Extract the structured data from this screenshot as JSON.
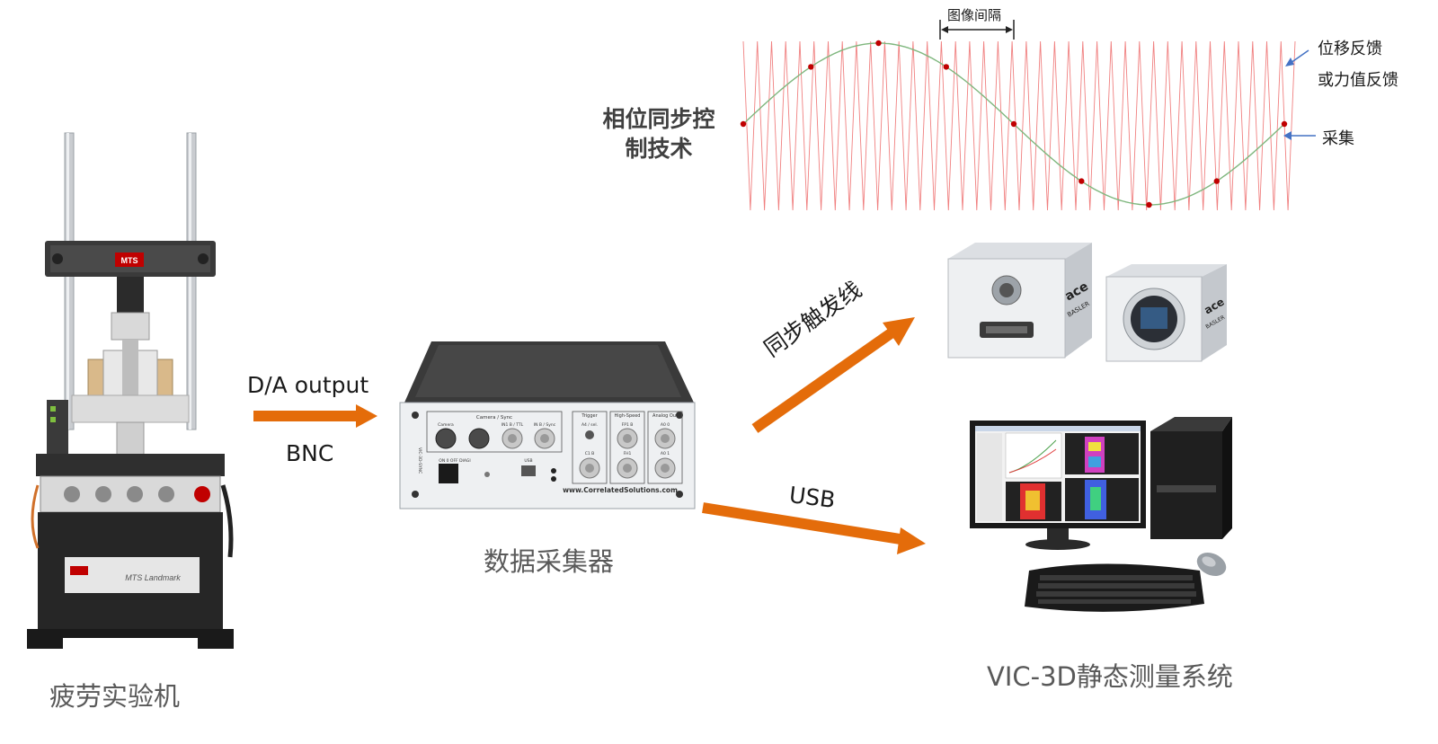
{
  "machine": {
    "caption": "疲劳实验机",
    "top_badge": "MTS",
    "panel_brand": "MTS Landmark"
  },
  "daq": {
    "caption": "数据采集器",
    "group_camera": "Camera / Sync",
    "port_camera_a": "Camera",
    "port_in": "IN1 B / TTL",
    "port_sync": "IN B / Sync",
    "group_trigger": "Trigger",
    "trigger_a": "A4 / sel.",
    "trigger_b": "C1 B",
    "group_highspeed": "High-Speed",
    "hs_top": "FP1 B",
    "hs_bottom": "FH1 ",
    "group_analog": "Analog Out",
    "analog_top": "A0 0",
    "analog_bottom": "A0 1",
    "switch_label": "ON  0 OFF  DIAGI",
    "usb_label": "USB",
    "website": "www.CorrelatedSolutions.com",
    "side_text": "VIC-3D-SYNC"
  },
  "connections": {
    "da_output": "D/A output",
    "bnc": "BNC",
    "sync_trigger": "同步触发线",
    "usb": "USB"
  },
  "waveform": {
    "title": "相位同步控制技术",
    "image_interval": "图像间隔",
    "feedback_line1": "位移反馈",
    "feedback_line2": "或力值反馈",
    "acquisition": "采集"
  },
  "cameras": {
    "brand_ace": "ace",
    "brand_basler": "BASLER"
  },
  "system": {
    "caption": "VIC-3D静态测量系统"
  },
  "colors": {
    "arrow_orange": "#E46C0A",
    "zigzag_red": "#F08080",
    "sine_green": "#7FB77E",
    "point_red": "#C00000",
    "callout_blue": "#4472C4"
  }
}
